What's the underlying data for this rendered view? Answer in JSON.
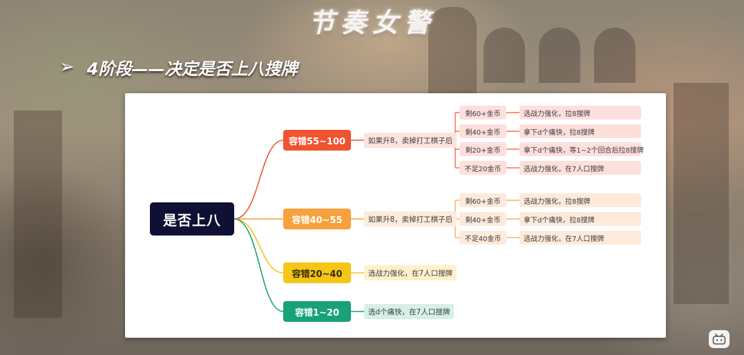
{
  "header": {
    "title": "节奏女警",
    "subtitle": "4阶段——决定是否上八搜牌",
    "bullet_icon": "arrow-bullet-icon"
  },
  "mindmap": {
    "root": "是否上八",
    "branch_colors": [
      "#f0532f",
      "#f7a03d",
      "#f5c518",
      "#17a277"
    ],
    "branches": [
      {
        "label": "容错55~100",
        "condition": "如果升8，卖掉打工棋子后",
        "leaves": [
          {
            "gold": "剩60+金币",
            "action": "选战力强化，拉8搜牌"
          },
          {
            "gold": "剩40+金币",
            "action": "拿下d个痛快，拉8搜牌"
          },
          {
            "gold": "剩20+金币",
            "action": "拿下d个痛快，等1~2个回合后拉8搜牌"
          },
          {
            "gold": "不足20金币",
            "action": "选战力强化，在7人口搜牌"
          }
        ]
      },
      {
        "label": "容错40~55",
        "condition": "如果升8，卖掉打工棋子后",
        "leaves": [
          {
            "gold": "剩60+金币",
            "action": "选战力强化，拉8搜牌"
          },
          {
            "gold": "剩40+金币",
            "action": "拿下d个痛快，拉8搜牌"
          },
          {
            "gold": "不足40金币",
            "action": "选战力强化，在7人口搜牌"
          }
        ]
      },
      {
        "label": "容错20~40",
        "condition": "选战力强化，在7人口搜牌",
        "leaves": []
      },
      {
        "label": "容错1~20",
        "condition": "选d个痛快，在7人口搜牌",
        "leaves": []
      }
    ]
  },
  "watermark": {
    "icon": "bilibili-tv-icon"
  }
}
